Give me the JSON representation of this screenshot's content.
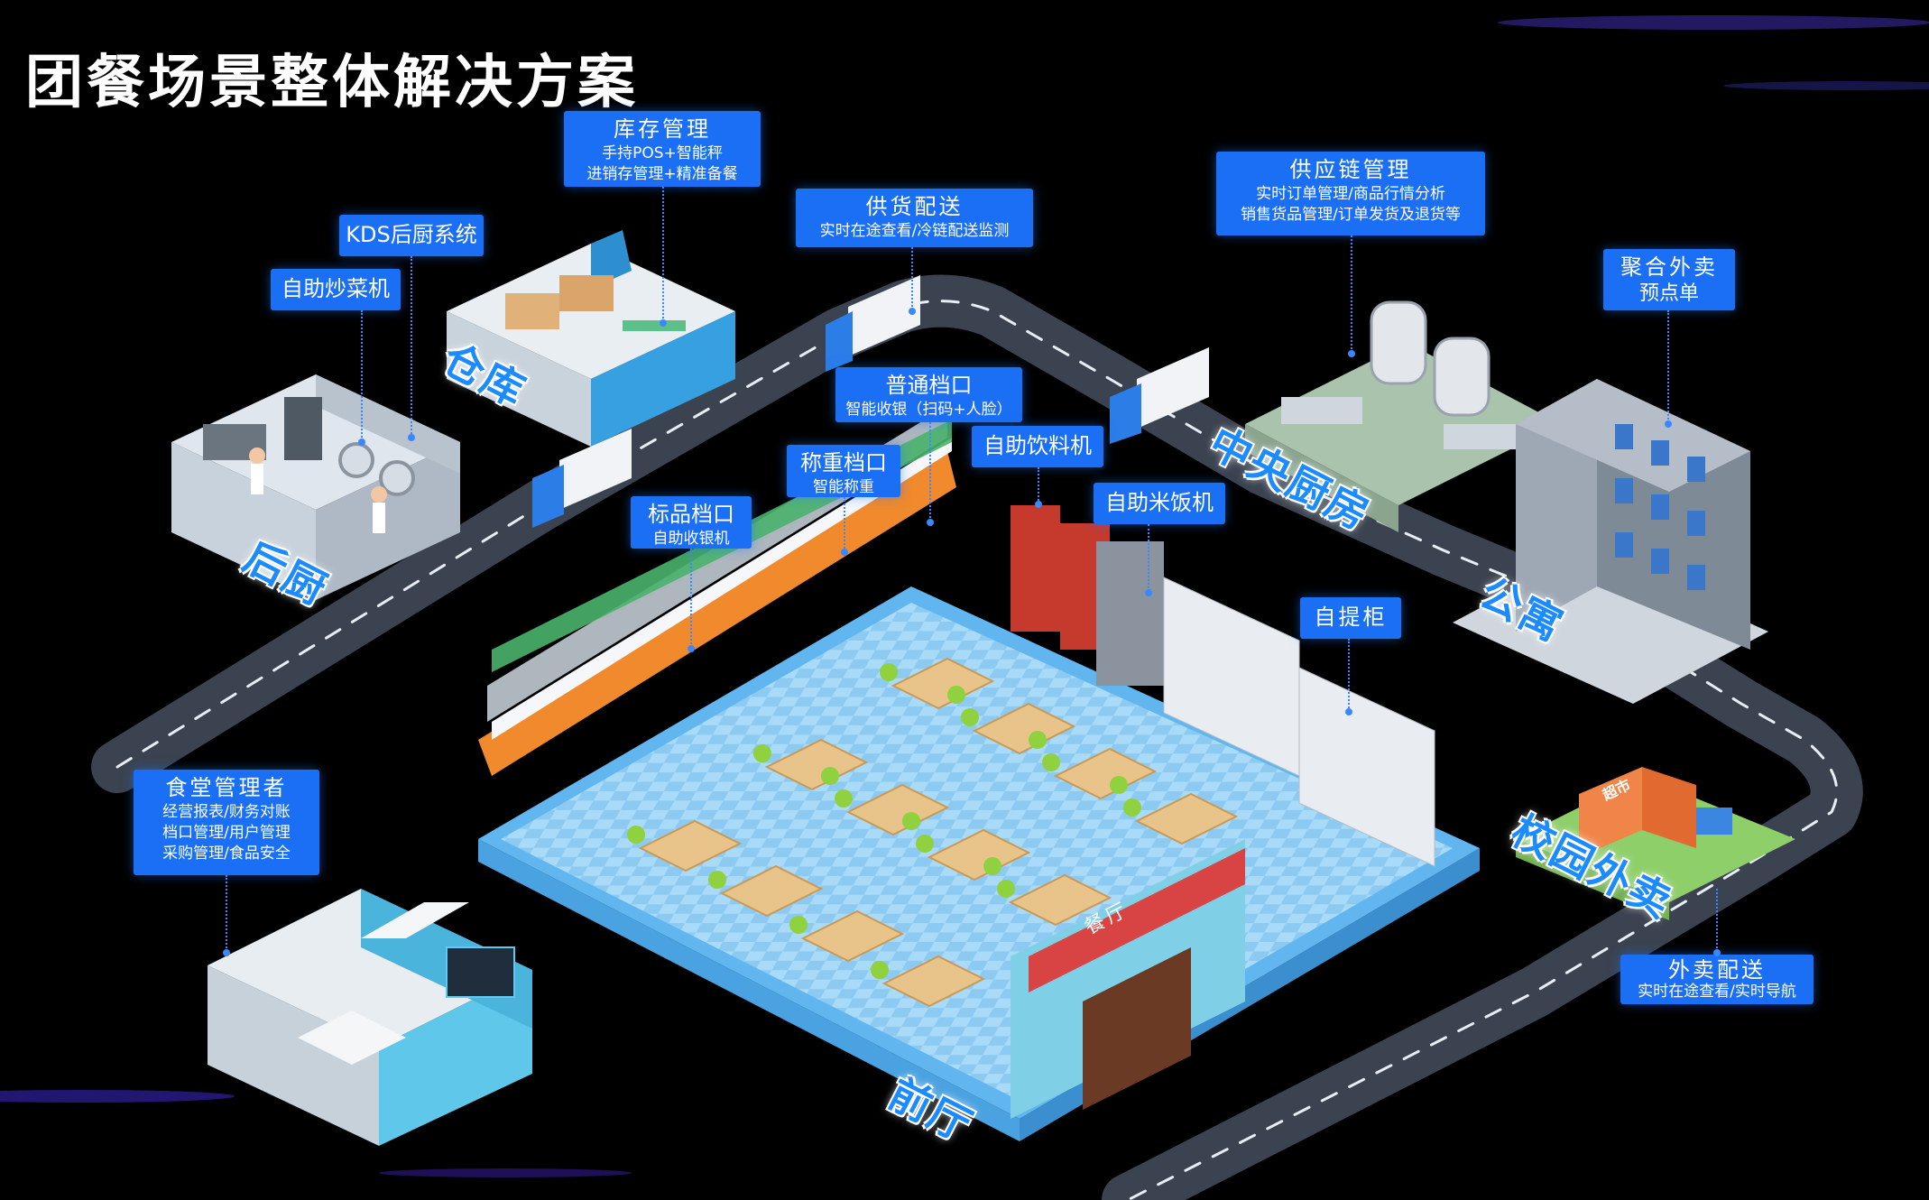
{
  "title": "团餐场景整体解决方案",
  "zones": {
    "back_kitchen": "后厨",
    "warehouse": "仓库",
    "central_kitchen": "中央厨房",
    "apartment": "公寓",
    "campus_delivery": "校园外卖",
    "front_hall": "前厅",
    "restaurant_sign": "餐厅",
    "supermarket_sign": "超市"
  },
  "callouts": {
    "inventory": {
      "title": "库存管理",
      "lines": [
        "手持POS+智能秤",
        "进销存管理+精准备餐"
      ]
    },
    "kds": {
      "title": "KDS后厨系统"
    },
    "auto_wok": {
      "title": "自助炒菜机"
    },
    "supply_delivery": {
      "title": "供货配送",
      "lines": [
        "实时在途查看/冷链配送监测"
      ]
    },
    "supply_chain": {
      "title": "供应链管理",
      "lines": [
        "实时订单管理/商品行情分析",
        "销售货品管理/订单发货及退货等"
      ]
    },
    "aggregated_delivery": {
      "title": "聚合外卖",
      "lines": [
        "预点单"
      ]
    },
    "regular_stall": {
      "title": "普通档口",
      "lines": [
        "智能收银（扫码+人脸）"
      ]
    },
    "weighing_stall": {
      "title": "称重档口",
      "lines": [
        "智能称重"
      ]
    },
    "labeled_stall": {
      "title": "标品档口",
      "lines": [
        "自助收银机"
      ]
    },
    "drink_machine": {
      "title": "自助饮料机"
    },
    "rice_machine": {
      "title": "自助米饭机"
    },
    "pickup_locker": {
      "title": "自提柜"
    },
    "canteen_manager": {
      "title": "食堂管理者",
      "lines": [
        "经营报表/财务对账",
        "档口管理/用户管理",
        "采购管理/食品安全"
      ]
    },
    "delivery_dispatch": {
      "title": "外卖配送",
      "lines": [
        "实时在途查看/实时导航"
      ]
    }
  },
  "colors": {
    "callout_bg": "#1a6ff5",
    "zone_text": "#1b8bff",
    "road": "#3c4550",
    "floor": "#9fd3f5",
    "background": "#000000"
  }
}
